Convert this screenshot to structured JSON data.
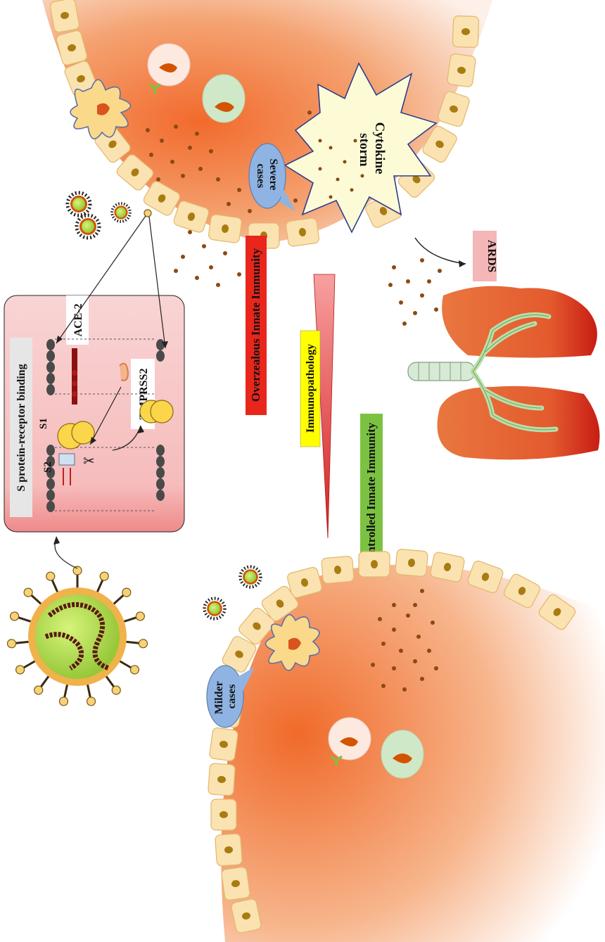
{
  "labels": {
    "binding_title": "S protein-receptor binding",
    "ace2": "ACE-2",
    "tmprss2": "TMPRSS2",
    "s1": "S1",
    "s2": "S2",
    "severe_line1": "Severe",
    "severe_line2": "cases",
    "milder_line1": "Milder",
    "milder_line2": "cases",
    "cytokine_line1": "Cytokine",
    "cytokine_line2": "storm",
    "ards": "ARDS",
    "overzealous": "Overzealous Innate Immunity",
    "immunopathology": "Immunopathology",
    "controlled": "Controlled Innate Immunity"
  },
  "colors": {
    "overzealous_box": "#e8261c",
    "immunopathology_box": "#ffff00",
    "controlled_box": "#7cc242",
    "binding_panel": "#f7c4c4",
    "bubble": "#8fb4e3",
    "ards_box": "#f4b6b6",
    "alveolus": "#ef7f45",
    "cell": "#fbe2b1",
    "virus": "#b8e04a"
  },
  "icons": [
    "virus-icon",
    "dendritic-cell-icon",
    "macrophage-icon",
    "lung-icon",
    "scissors-icon",
    "membrane-icon"
  ]
}
